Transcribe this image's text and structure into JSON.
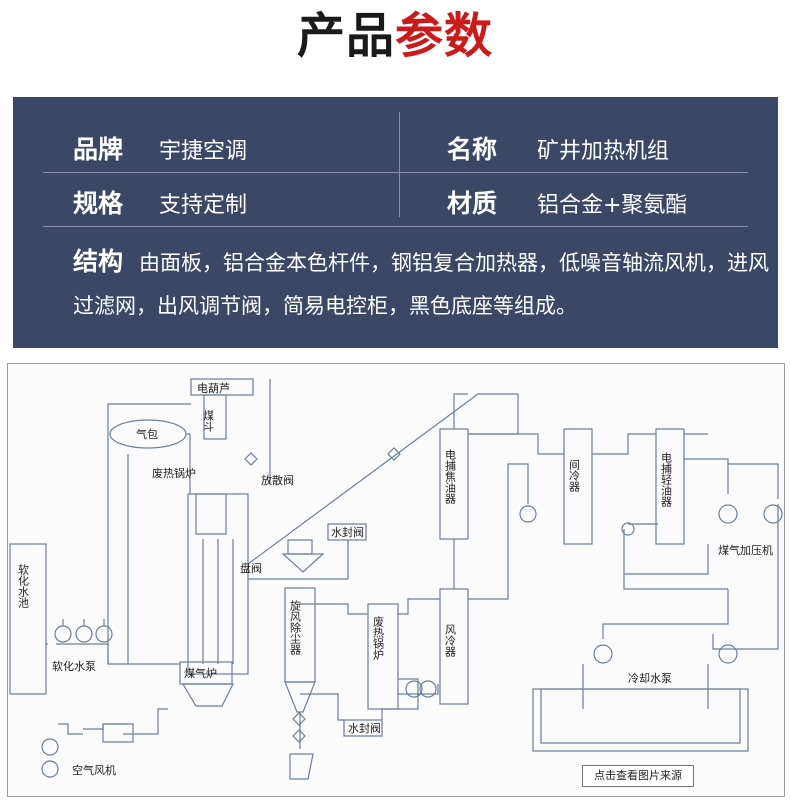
{
  "header": {
    "title_part1": "产品",
    "title_part2": "参数"
  },
  "specs": {
    "brand_label": "品牌",
    "brand_value": "宇捷空调",
    "name_label": "名称",
    "name_value": "矿井加热机组",
    "spec_label": "规格",
    "spec_value": "支持定制",
    "material_label": "材质",
    "material_value": "铝合金+聚氨酯",
    "structure_label": "结构",
    "structure_value": "由面板，铝合金本色杆件，钢铝复合加热器，低噪音轴流风机，进风过滤网，出风调节阀，简易电控柜，黑色底座等组成。"
  },
  "diagram": {
    "labels": {
      "diancanglu": "电葫芦",
      "mei_dou": "煤斗",
      "qibao": "气包",
      "feire_guolu": "废热锅炉",
      "fangsan_fa": "放散阀",
      "shuifeng_fa_1": "水封阀",
      "panfa": "盘阀",
      "ruanhua_shuichi": "软化水池",
      "ruanhua_shuibeng": "软化水泵",
      "meiqilu": "煤气炉",
      "kongqi_fengji": "空气风机",
      "xuanfeng_chuchenqi": "旋风除尘器",
      "feire_guolu_2": "废热锅炉",
      "shuifeng_fa_2": "水封阀",
      "fengleng_qi": "风冷器",
      "dianbu_jiaoyouqi": "电捕焦油器",
      "jianlengqi": "间冷器",
      "dianbu_qingyouqi": "电捕轻油器",
      "meiqi_jiayaji": "煤气加压机",
      "lengque_shuibeng": "冷却水泵"
    },
    "note": "点击查看图片来源"
  }
}
